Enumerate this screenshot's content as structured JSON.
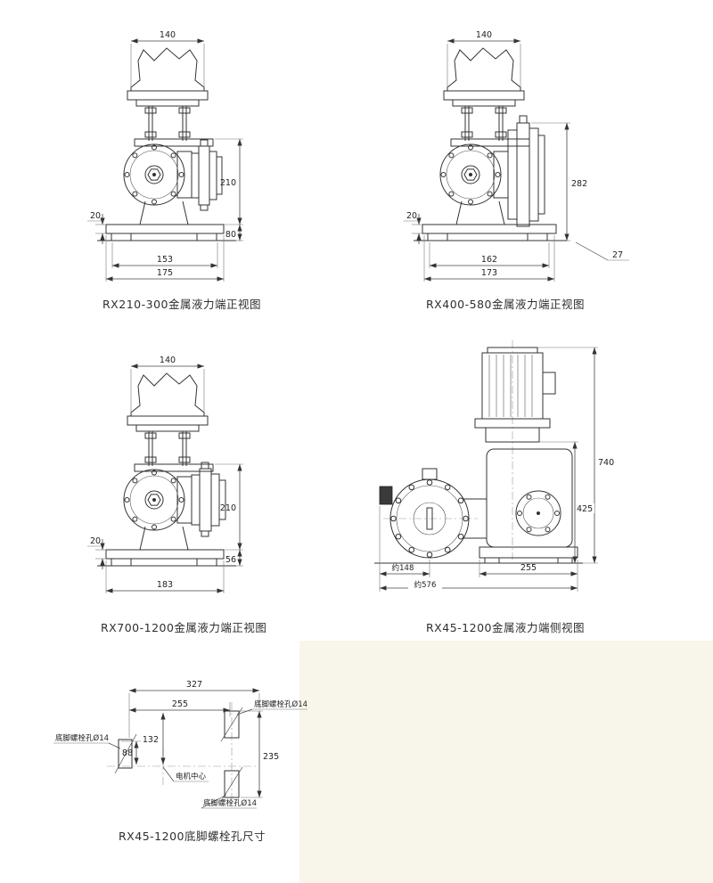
{
  "page": {
    "background": "#ffffff",
    "panel_color": "#f8f5ea"
  },
  "figures": {
    "f1": {
      "caption": "RX210-300金属液力端正视图",
      "dim_top": "140",
      "dim_height": "210",
      "dim_lower": "80",
      "dim_plate": "20",
      "dim_base_inner": "153",
      "dim_base_outer": "175"
    },
    "f2": {
      "caption": "RX400-580金属液力端正视图",
      "dim_top": "140",
      "dim_height": "282",
      "dim_plate": "20",
      "dim_base_inner": "162",
      "dim_base_outer": "173",
      "dim_right": "27"
    },
    "f3": {
      "caption": "RX700-1200金属液力端正视图",
      "dim_top": "140",
      "dim_height": "210",
      "dim_lower": "56",
      "dim_plate": "20",
      "dim_base": "183"
    },
    "f4": {
      "caption": "RX45-1200金属液力端侧视图",
      "dim_total_height": "740",
      "dim_pump_height": "425",
      "dim_base": "255",
      "dim_left": "约148",
      "dim_overall": "约576"
    },
    "f5": {
      "caption": "RX45-1200底脚螺栓孔尺寸",
      "dim_w_outer": "327",
      "dim_w_inner": "255",
      "dim_v1": "132",
      "dim_v2": "88",
      "dim_v_outer": "235",
      "label_bolt": "底脚螺栓孔Ø14",
      "label_motor": "电机中心"
    }
  }
}
